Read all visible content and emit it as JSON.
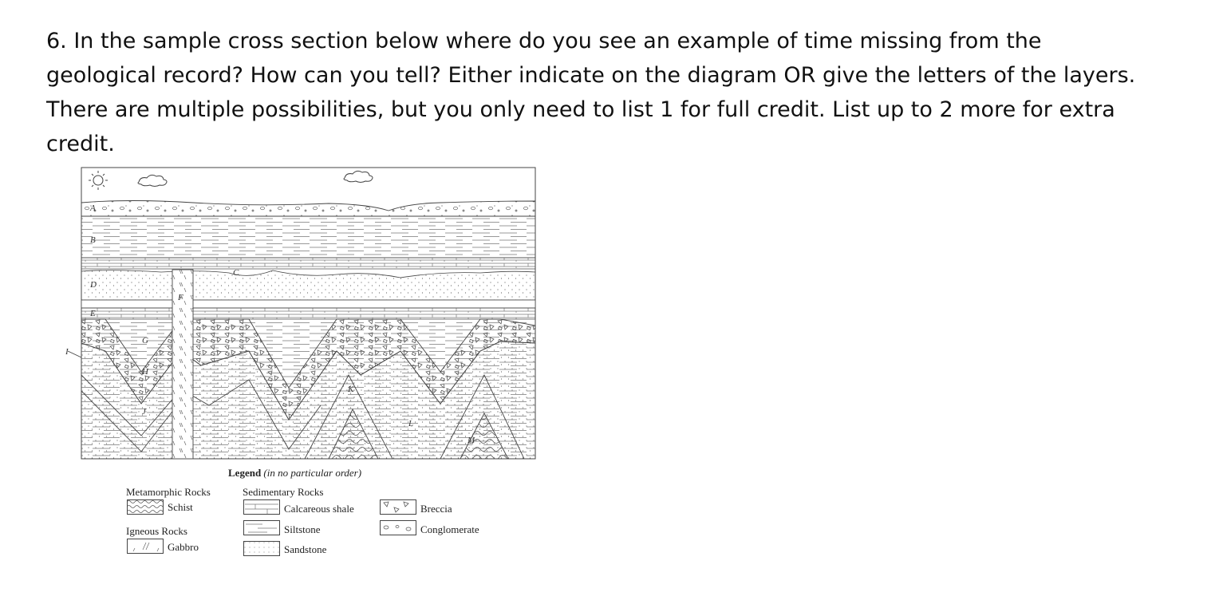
{
  "question": "6. In the sample cross section below where do you see an example of time missing from the geological record? How can you tell? Either indicate on the diagram OR give the letters of the layers. There are multiple possibilities, but you only need to list 1 for full credit. List up to 2 more for extra credit.",
  "diagram": {
    "labels": {
      "a": "A",
      "b": "B",
      "c": "C",
      "d": "D",
      "e": "E",
      "f": "F",
      "g": "G",
      "h": "H",
      "i": "I",
      "j": "J",
      "k": "K",
      "l": "L",
      "m": "M"
    }
  },
  "legend": {
    "title": "Legend",
    "subtitle": "(in no particular order)",
    "metamorphic_heading": "Metamorphic Rocks",
    "schist": "Schist",
    "igneous_heading": "Igneous Rocks",
    "gabbro": "Gabbro",
    "sedimentary_heading": "Sedimentary Rocks",
    "calcareous_shale": "Calcareous shale",
    "siltstone": "Siltstone",
    "sandstone": "Sandstone",
    "breccia": "Breccia",
    "conglomerate": "Conglomerate"
  }
}
